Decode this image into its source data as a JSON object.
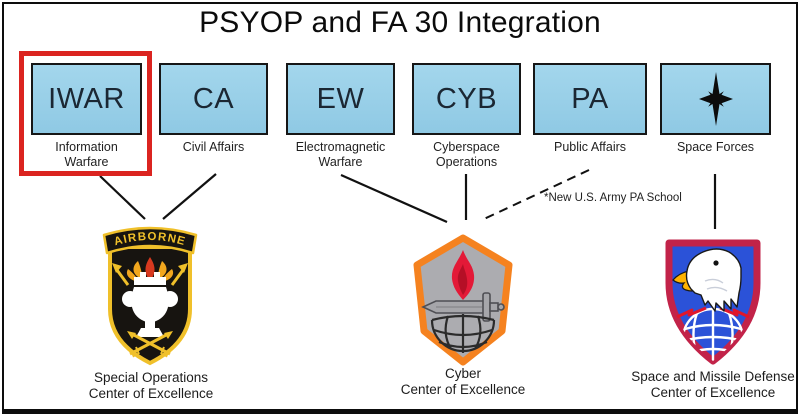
{
  "title": "PSYOP and FA 30 Integration",
  "boxes": [
    {
      "abbr": "IWAR",
      "label_lines": [
        "Information",
        "Warfare"
      ],
      "highlighted": "true"
    },
    {
      "abbr": "CA",
      "label_lines": [
        "Civil Affairs"
      ]
    },
    {
      "abbr": "EW",
      "label_lines": [
        "Electromagnetic",
        "Warfare"
      ]
    },
    {
      "abbr": "CYB",
      "label_lines": [
        "Cyberspace",
        "Operations"
      ]
    },
    {
      "abbr": "PA",
      "label_lines": [
        "Public Affairs"
      ]
    },
    {
      "abbr": "",
      "label_lines": [
        "Space Forces"
      ],
      "icon": "four-pointed-star-icon"
    }
  ],
  "note": "*New U.S. Army PA School",
  "airborne_tab": "AIRBORNE",
  "centers": [
    {
      "lines": [
        "Special Operations",
        "Center of Excellence"
      ],
      "emblem_icon": "special-operations-airborne-patch-icon"
    },
    {
      "lines": [
        "Cyber",
        "Center of Excellence"
      ],
      "emblem_icon": "cyber-patch-icon"
    },
    {
      "lines": [
        "Space and Missile Defense",
        "Center of Excellence"
      ],
      "emblem_icon": "space-missile-defense-patch-icon"
    }
  ],
  "colors": {
    "highlight_red": "#DB2420",
    "box_fill": "#98CFE8",
    "patch_gold": "#F0C02A",
    "cyber_orange": "#F5821F",
    "smdc_crimson": "#C22349",
    "smdc_blue": "#2B52D8",
    "flame_red": "#E31937"
  }
}
